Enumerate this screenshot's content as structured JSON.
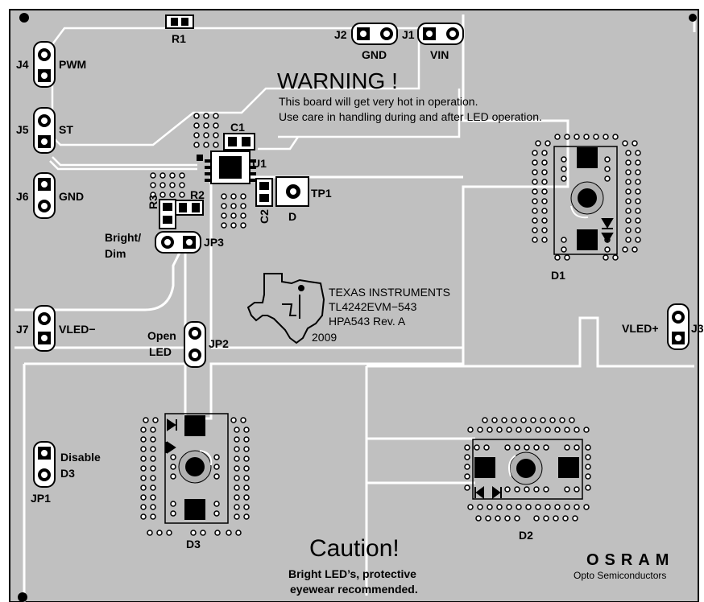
{
  "connectors": {
    "j1": "J1",
    "j1_net": "VIN",
    "j2": "J2",
    "j2_net": "GND",
    "j3": "J3",
    "j3_net": "VLED+",
    "j4": "J4",
    "j4_net": "PWM",
    "j5": "J5",
    "j5_net": "ST",
    "j6": "J6",
    "j6_net": "GND",
    "j7": "J7",
    "j7_net": "VLED−",
    "jp1": "JP1",
    "jp1_label_line1": "Disable",
    "jp1_label_line2": "D3",
    "jp2": "JP2",
    "jp2_label_line1": "Open",
    "jp2_label_line2": "LED",
    "jp3": "JP3",
    "jp3_label_line1": "Bright/",
    "jp3_label_line2": "Dim"
  },
  "components": {
    "r1": "R1",
    "r2": "R2",
    "r3": "R3",
    "c1": "C1",
    "c2": "C2",
    "u1": "U1",
    "tp1": "TP1",
    "d": "D",
    "d1": "D1",
    "d2": "D2",
    "d3": "D3"
  },
  "warning": {
    "title": "WARNING !",
    "line1": "This board will get very hot in operation.",
    "line2": "Use care in handling during and after LED operation."
  },
  "ti_block": {
    "company": "TEXAS INSTRUMENTS",
    "board": "TL4242EVM−543",
    "revision": "HPA543 Rev. A",
    "year": "2009"
  },
  "caution": {
    "title": "Caution!",
    "line1": "Bright LED’s, protective",
    "line2": "eyewear recommended."
  },
  "osram": {
    "brand": "OSRAM",
    "sub": "Opto Semiconductors"
  },
  "colors": {
    "board": "#c0c0c0",
    "copper_outline": "#ffffff",
    "silkscreen": "#000000",
    "pad": "#000000"
  }
}
